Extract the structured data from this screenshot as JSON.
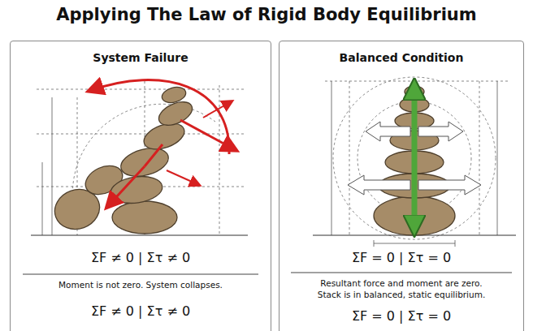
{
  "diagram": {
    "title": "Applying The Law of Rigid Body Equilibrium",
    "nodes": [
      {
        "text": [
          "System Failure",
          "ΣF ≠ 0 | Στ ≠ 0",
          "Moment is not zero. System collapses.",
          "ΣF ≠ 0 | Στ ≠ 0"
        ]
      },
      {
        "text": [
          "Balanced Condition",
          "ΣF = 0 | Στ = 0",
          "Resultant force and moment are zero. Stack is in balanced, static equilibrium.",
          "ΣF = 0 | Στ = 0"
        ]
      }
    ]
  }
}
